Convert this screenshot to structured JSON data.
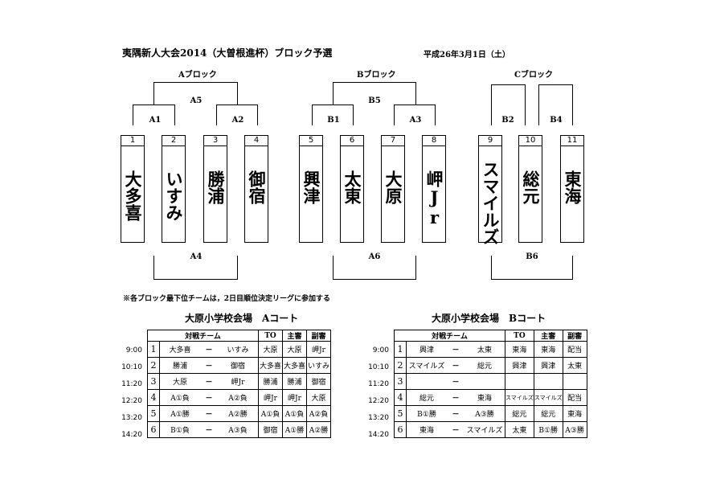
{
  "title": "夷隅新人大会2014（大曽根進杯）ブロック予選",
  "date": "平成26年3月1日（土）",
  "blocks": {
    "a": "Aブロック",
    "b": "Bブロック",
    "c": "Cブロック"
  },
  "bracket": {
    "teams": [
      {
        "num": "1",
        "name": "大多喜"
      },
      {
        "num": "2",
        "name": "いすみ"
      },
      {
        "num": "3",
        "name": "勝浦"
      },
      {
        "num": "4",
        "name": "御宿"
      },
      {
        "num": "5",
        "name": "興津"
      },
      {
        "num": "6",
        "name": "太東"
      },
      {
        "num": "7",
        "name": "大原"
      },
      {
        "num": "8",
        "name": "岬Jr"
      },
      {
        "num": "9",
        "name": "スマイルズ"
      },
      {
        "num": "10",
        "name": "総元"
      },
      {
        "num": "11",
        "name": "東海"
      }
    ],
    "matches": {
      "A1": "A1",
      "A2": "A2",
      "A5": "A5",
      "A4": "A4",
      "B1": "B1",
      "A3": "A3",
      "B5": "B5",
      "A6": "A6",
      "B2": "B2",
      "B4": "B4",
      "B6": "B6"
    }
  },
  "note": "※各ブロック最下位チームは，2日目順位決定リーグに参加する",
  "headers": {
    "match": "対戦チーム",
    "to": "TO",
    "chief": "主審",
    "deputy": "副審"
  },
  "court_a": {
    "title": "大原小学校会場　Aコート",
    "rows": [
      {
        "time": "9:00",
        "no": "1",
        "t1": "大多喜",
        "vs": "－",
        "t2": "いすみ",
        "to": "大原",
        "chief": "大原",
        "deputy": "岬Jr"
      },
      {
        "time": "10:10",
        "no": "2",
        "t1": "勝浦",
        "vs": "－",
        "t2": "御宿",
        "to": "大多喜",
        "chief": "大多喜",
        "deputy": "いすみ"
      },
      {
        "time": "11:20",
        "no": "3",
        "t1": "大原",
        "vs": "－",
        "t2": "岬Jr",
        "to": "勝浦",
        "chief": "勝浦",
        "deputy": "御宿"
      },
      {
        "time": "12:20",
        "no": "4",
        "t1": "A①負",
        "vs": "－",
        "t2": "A②負",
        "to": "岬Jr",
        "chief": "岬Jr",
        "deputy": "大原"
      },
      {
        "time": "13:20",
        "no": "5",
        "t1": "A①勝",
        "vs": "－",
        "t2": "A②勝",
        "to": "A①負",
        "chief": "A①負",
        "deputy": "A②負"
      },
      {
        "time": "14:20",
        "no": "6",
        "t1": "B①負",
        "vs": "－",
        "t2": "A③負",
        "to": "御宿",
        "chief": "A①勝",
        "deputy": "A②勝"
      }
    ]
  },
  "court_b": {
    "title": "大原小学校会場　Bコート",
    "rows": [
      {
        "time": "9:00",
        "no": "1",
        "t1": "興津",
        "vs": "－",
        "t2": "太東",
        "to": "東海",
        "chief": "東海",
        "deputy": "配当"
      },
      {
        "time": "10:10",
        "no": "2",
        "t1": "スマイルズ",
        "vs": "－",
        "t2": "総元",
        "to": "興津",
        "chief": "興津",
        "deputy": "太東"
      },
      {
        "time": "11:20",
        "no": "3",
        "t1": "",
        "vs": "－",
        "t2": "",
        "to": "",
        "chief": "",
        "deputy": ""
      },
      {
        "time": "12:20",
        "no": "4",
        "t1": "総元",
        "vs": "－",
        "t2": "東海",
        "to": "スマイルズ",
        "chief": "スマイルズ",
        "deputy": "配当"
      },
      {
        "time": "13:20",
        "no": "5",
        "t1": "B①勝",
        "vs": "－",
        "t2": "A③勝",
        "to": "総元",
        "chief": "総元",
        "deputy": "東海"
      },
      {
        "time": "14:20",
        "no": "6",
        "t1": "東海",
        "vs": "－",
        "t2": "スマイルズ",
        "to": "太東",
        "chief": "B①勝",
        "deputy": "A③勝"
      }
    ]
  }
}
